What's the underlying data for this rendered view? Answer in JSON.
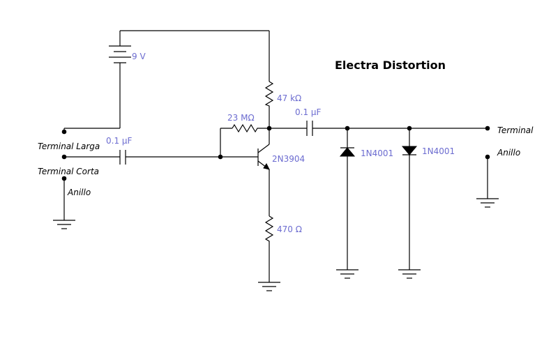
{
  "title": "Electra Distortion",
  "battery": {
    "label": "9 V"
  },
  "resistors": {
    "collector": "47 kΩ",
    "feedback": "23 MΩ",
    "emitter": "470 Ω"
  },
  "capacitors": {
    "input": "0.1 µF",
    "output": "0.1 µF"
  },
  "transistor": {
    "label": "2N3904"
  },
  "diodes": [
    "1N4001",
    "1N4001"
  ],
  "input_terminals": {
    "larga": "Terminal Larga",
    "corta": "Terminal Corta",
    "anillo": "Anillo"
  },
  "output_terminals": {
    "terminal": "Terminal",
    "anillo": "Anillo"
  }
}
